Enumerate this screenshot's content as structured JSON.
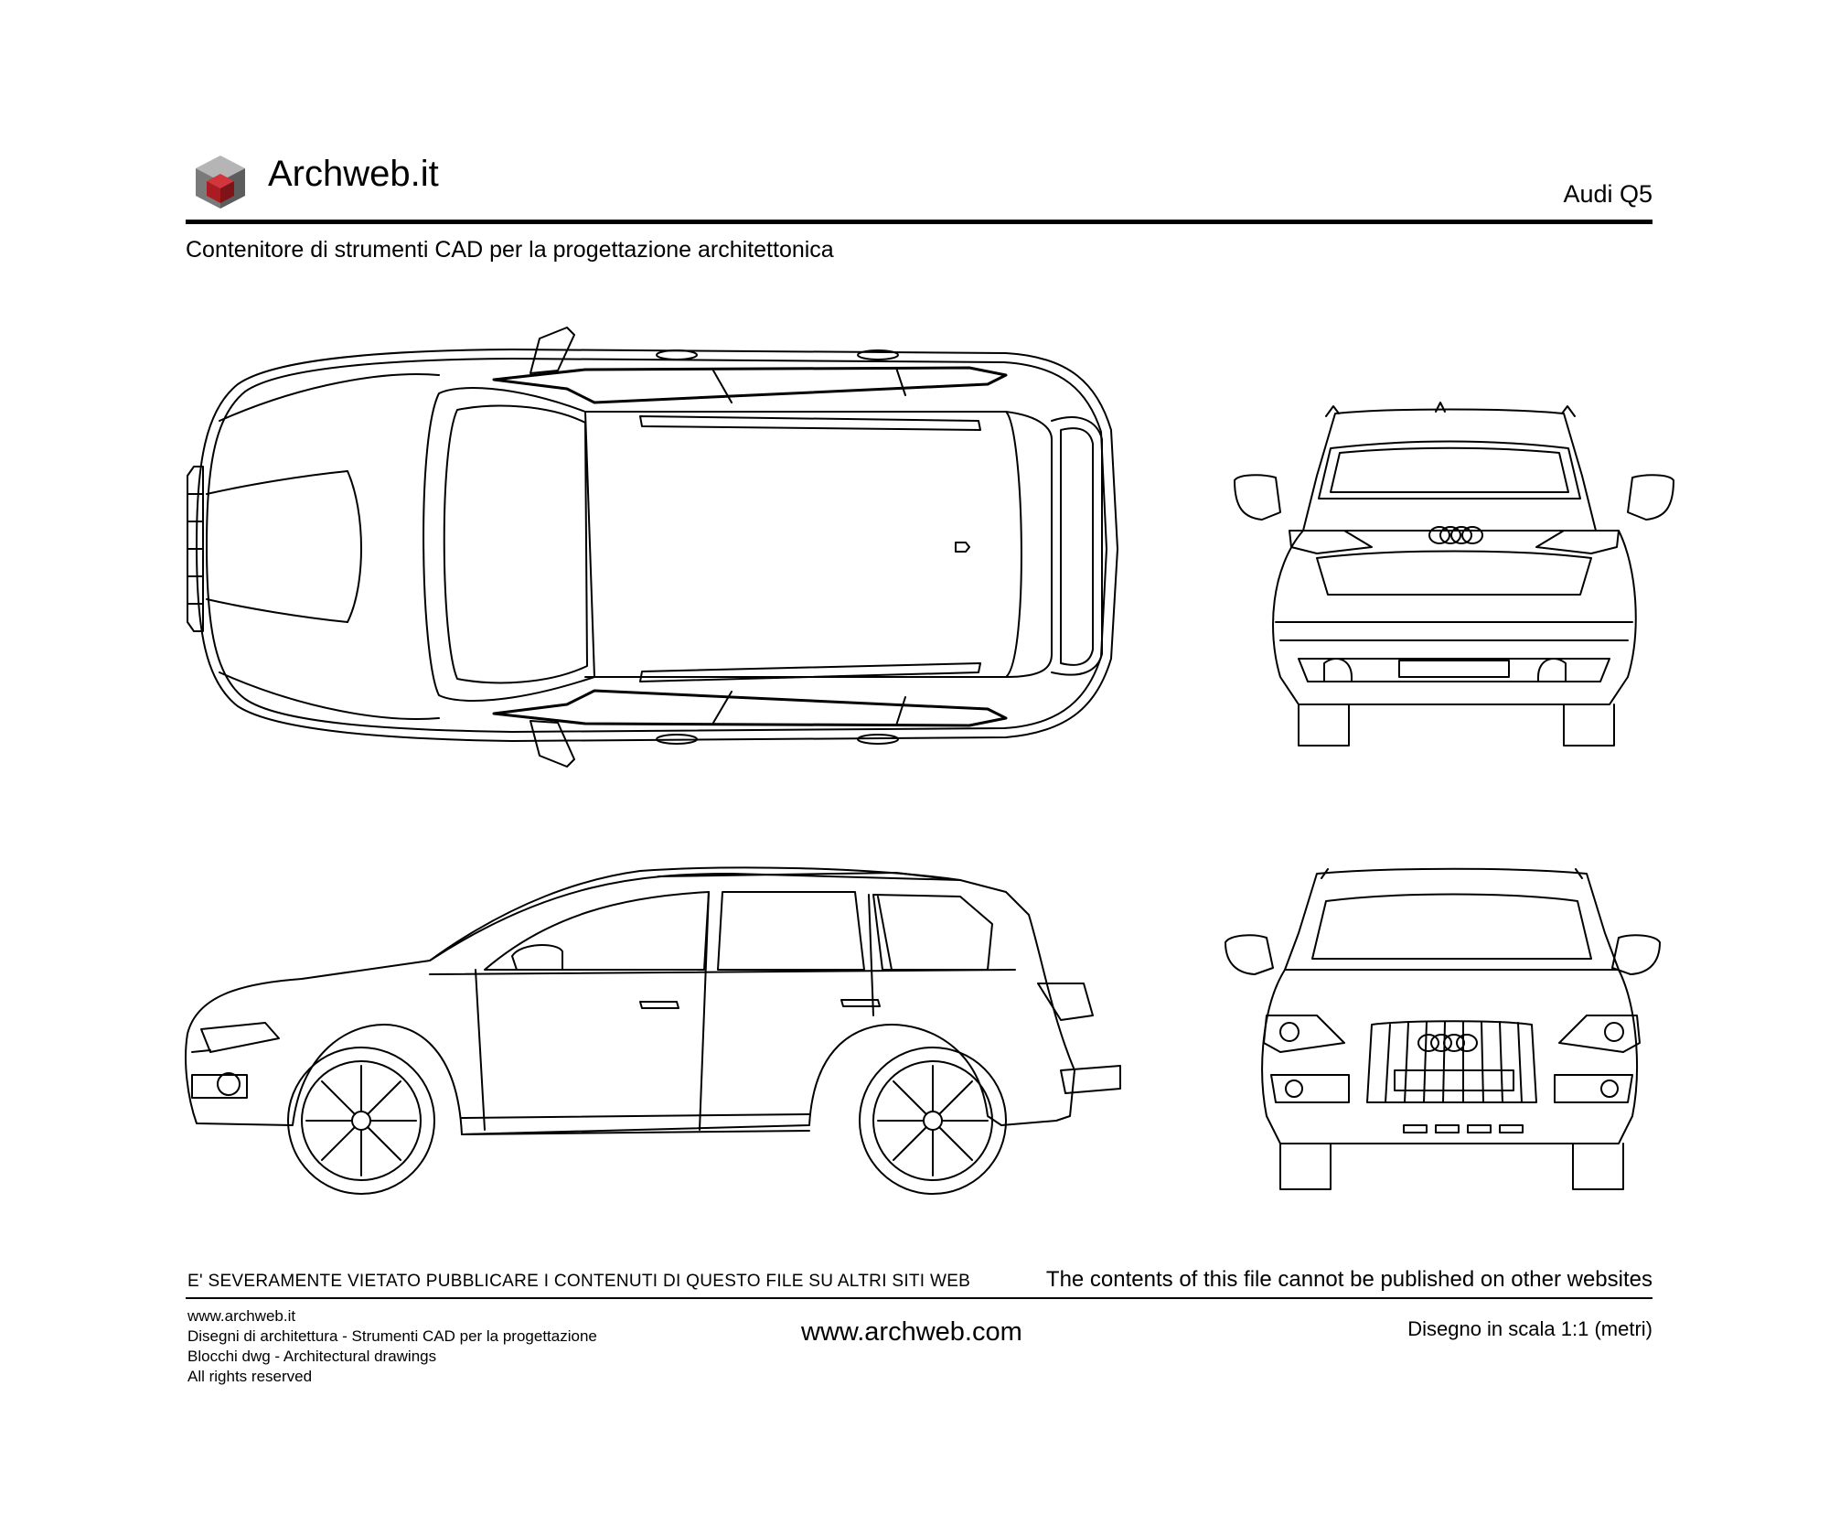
{
  "header": {
    "brand_name": "Archweb.it",
    "logo_icon": "cube-logo-icon",
    "sheet_title": "Audi Q5",
    "subtitle": "Contenitore di strumenti CAD per la progettazione architettonica"
  },
  "drawing": {
    "views": [
      "top-view",
      "rear-view",
      "side-view",
      "front-view"
    ],
    "line_color": "#000000",
    "logo_colors": {
      "red": "#b01e23",
      "grey": "#7a7a7a",
      "light_grey": "#b5b5b5"
    }
  },
  "footer": {
    "warning_it": "E' SEVERAMENTE VIETATO PUBBLICARE I CONTENUTI DI QUESTO FILE SU ALTRI SITI WEB",
    "warning_en": "The contents of this file cannot be published on other websites",
    "left_lines": [
      "www.archweb.it",
      "Disegni di architettura - Strumenti CAD  per la progettazione",
      "Blocchi dwg - Architectural drawings",
      "All rights reserved"
    ],
    "center_url": "www.archweb.com",
    "scale_note": "Disegno in scala 1:1 (metri)"
  }
}
